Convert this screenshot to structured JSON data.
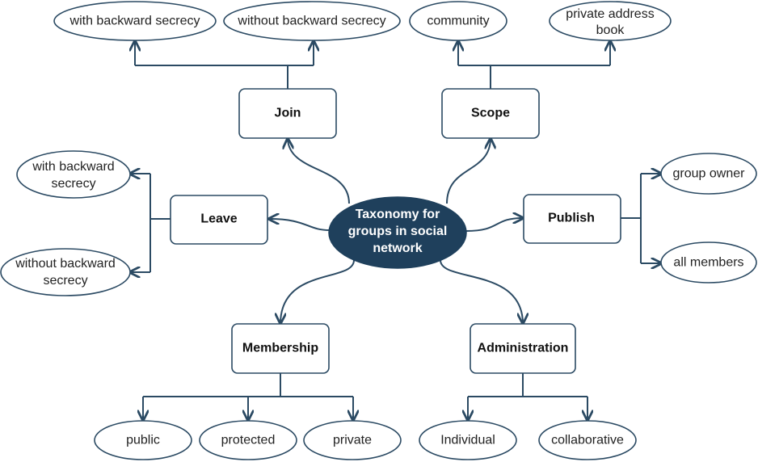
{
  "center": {
    "lines": [
      "Taxonomy for",
      "groups in social",
      "network"
    ]
  },
  "join": {
    "label": "Join",
    "children": [
      {
        "lines": [
          "with backward secrecy"
        ]
      },
      {
        "lines": [
          "without backward secrecy"
        ]
      }
    ]
  },
  "scope": {
    "label": "Scope",
    "children": [
      {
        "lines": [
          "community"
        ]
      },
      {
        "lines": [
          "private address",
          "book"
        ]
      }
    ]
  },
  "leave": {
    "label": "Leave",
    "children": [
      {
        "lines": [
          "with backward",
          "secrecy"
        ]
      },
      {
        "lines": [
          "without backward",
          "secrecy"
        ]
      }
    ]
  },
  "publish": {
    "label": "Publish",
    "children": [
      {
        "lines": [
          "group owner"
        ]
      },
      {
        "lines": [
          "all members"
        ]
      }
    ]
  },
  "membership": {
    "label": "Membership",
    "children": [
      {
        "lines": [
          "public"
        ]
      },
      {
        "lines": [
          "protected"
        ]
      },
      {
        "lines": [
          "private"
        ]
      }
    ]
  },
  "administration": {
    "label": "Administration",
    "children": [
      {
        "lines": [
          "Individual"
        ]
      },
      {
        "lines": [
          "collaborative"
        ]
      }
    ]
  },
  "colors": {
    "center_fill": "#1f405c",
    "stroke": "#2b4a63",
    "background": "#ffffff"
  }
}
